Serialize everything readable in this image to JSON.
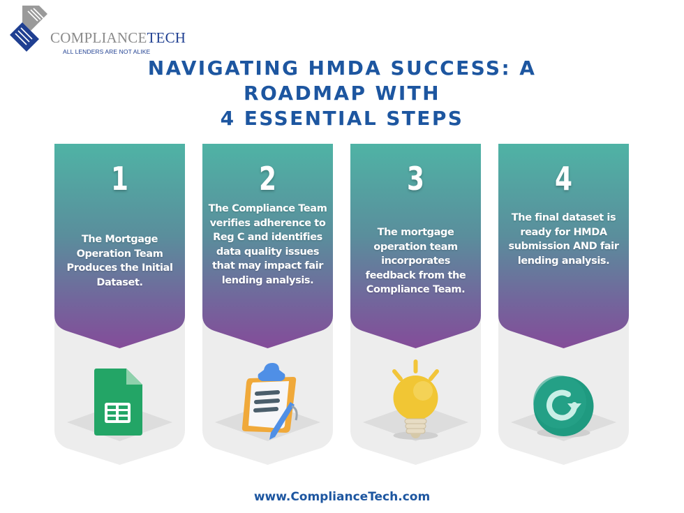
{
  "brand": {
    "name_part1": "COMPLIANCE",
    "name_part2": "TECH",
    "tagline": "ALL LENDERS ARE NOT ALIKE"
  },
  "title": {
    "lines": [
      "NAVIGATING HMDA SUCCESS: A",
      "ROADMAP WITH",
      "4 ESSENTIAL STEPS"
    ]
  },
  "steps": [
    {
      "number": "1",
      "text": "The Mortgage Operation Team Produces the Initial Dataset.",
      "icon": "spreadsheet-icon"
    },
    {
      "number": "2",
      "text": "The Compliance Team verifies adherence to Reg C and identifies data quality issues that may impact fair lending analysis.",
      "icon": "clipboard-pen-icon"
    },
    {
      "number": "3",
      "text": "The mortgage operation team incorporates feedback from the Compliance Team.",
      "icon": "lightbulb-icon"
    },
    {
      "number": "4",
      "text": "The final dataset is ready for HMDA submission AND fair lending analysis.",
      "icon": "refresh-icon"
    }
  ],
  "footer": {
    "url": "www.ComplianceTech.com"
  },
  "colors": {
    "title_blue": "#1d56a0",
    "gradient_top": "#4fb3a5",
    "gradient_bottom": "#804d9a",
    "card_grey": "#ededed"
  }
}
